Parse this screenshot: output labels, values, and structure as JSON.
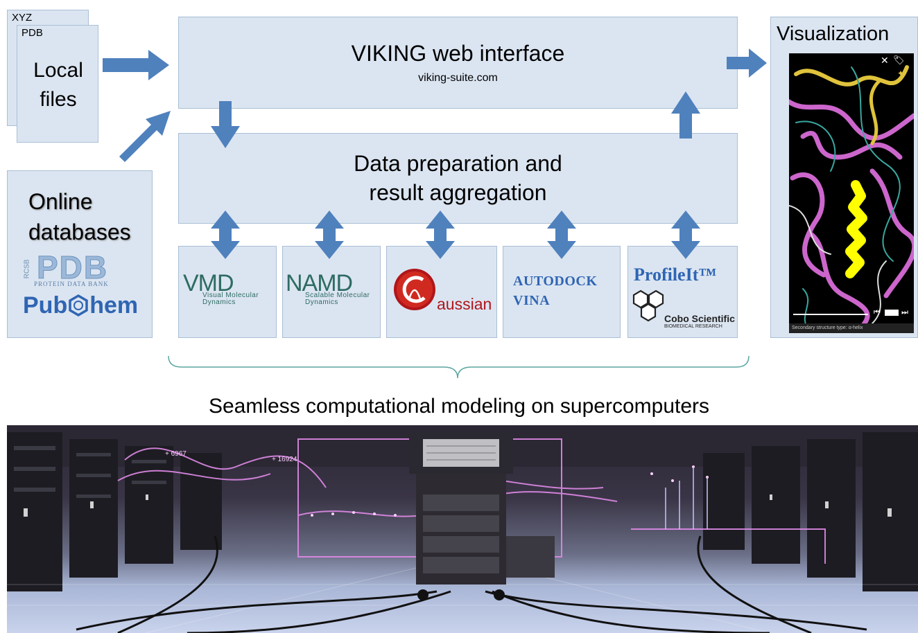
{
  "local_files": {
    "file_tags": [
      "XYZ",
      "PDB"
    ],
    "label_line1": "Local",
    "label_line2": "files"
  },
  "online_databases": {
    "label_line1": "Online",
    "label_line2": "databases",
    "pdb_logo": {
      "side_text": "RCSB",
      "main_text": "PDB",
      "sub_text": "PROTEIN DATA BANK"
    },
    "pubchem_logo": {
      "left": "Pub",
      "right": "hem"
    }
  },
  "web_interface": {
    "title": "VIKING web interface",
    "url": "viking-suite.com"
  },
  "data_prep": {
    "line1": "Data preparation and",
    "line2": "result aggregation"
  },
  "tools": [
    {
      "id": "vmd",
      "name": "VMD",
      "subtitle_line1": "Visual Molecular",
      "subtitle_line2": "Dynamics"
    },
    {
      "id": "namd",
      "name": "NAMD",
      "subtitle_line1": "Scalable Molecular",
      "subtitle_line2": "Dynamics"
    },
    {
      "id": "gaussian",
      "name": "aussian"
    },
    {
      "id": "autodock",
      "name_line1": "AUTODOCK",
      "name_line2": "VINA"
    },
    {
      "id": "profileit",
      "name": "ProfileIt™",
      "company": "Cobo Scientific",
      "company_sub": "BIOMEDICAL RESEARCH"
    }
  ],
  "visualization": {
    "title": "Visualization",
    "status_text": "Secondary structure type: α-helix",
    "status_label": "Secondary structure"
  },
  "supercomputers": {
    "caption": "Seamless computational modeling on supercomputers",
    "labels": [
      "+ 6967",
      "+ 16924"
    ]
  },
  "colors": {
    "box_fill": "#dbe5f1",
    "box_border": "#a9bfd6",
    "arrow": "#4f81bd",
    "helix": "#cc66cc",
    "highlight": "#ffff00"
  }
}
